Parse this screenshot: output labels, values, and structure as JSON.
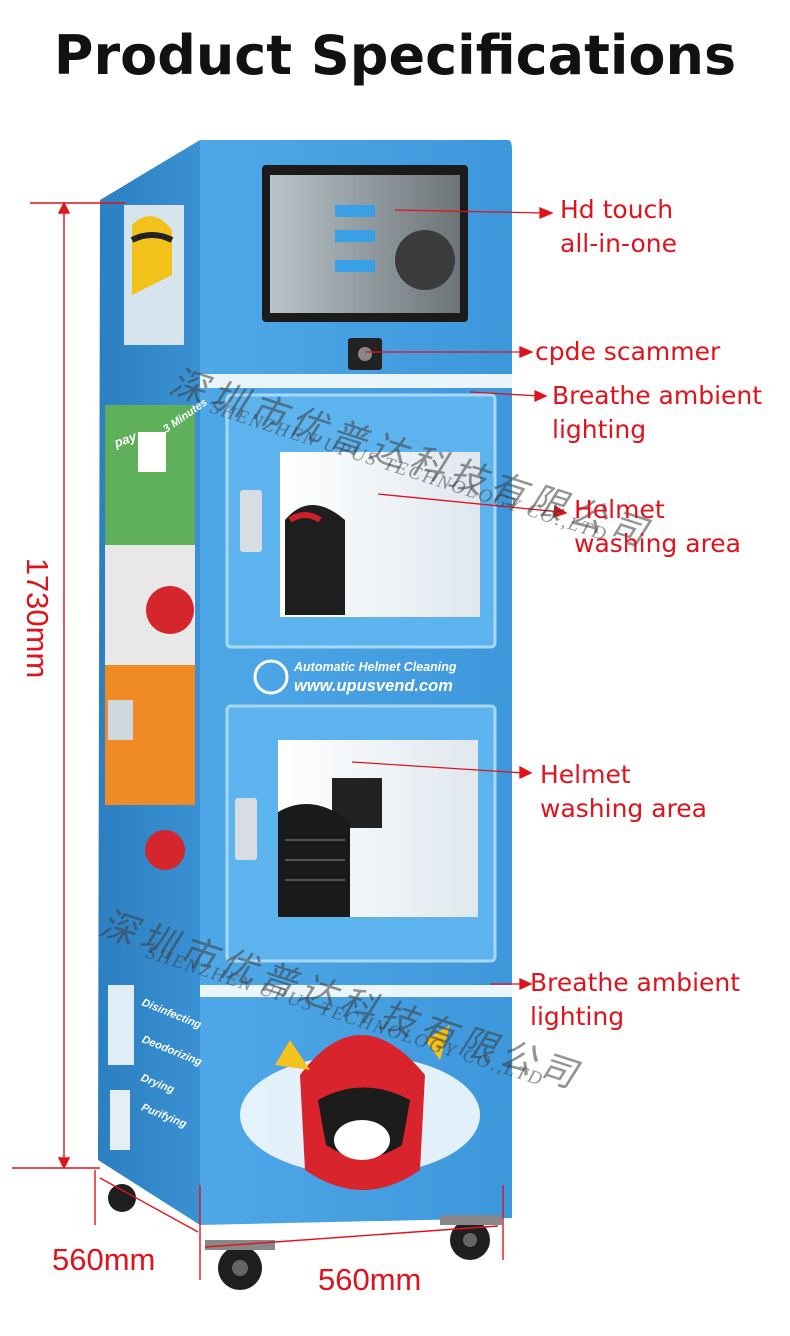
{
  "title": "Product Specifications",
  "callouts": {
    "touch": [
      "Hd touch",
      "all-in-one"
    ],
    "scanner": [
      "cpde scammer"
    ],
    "lighting_top": [
      "Breathe ambient",
      "lighting"
    ],
    "washing_upper": [
      "Helmet",
      "washing area"
    ],
    "washing_lower": [
      "Helmet",
      "washing area"
    ],
    "lighting_bottom": [
      "Breathe ambient",
      "lighting"
    ]
  },
  "dimensions": {
    "height": "1730mm",
    "depth": "560mm",
    "width": "560mm"
  },
  "machine": {
    "brand_line": "Automatic Helmet Cleaning",
    "website": "www.upusvend.com",
    "side_labels": [
      "Disinfecting",
      "Deodorizing",
      "Drying",
      "Purifying"
    ],
    "side_panel_words": [
      "pay",
      "3 Minutes"
    ]
  },
  "watermark": {
    "chinese": "深圳市优普达科技有限公司",
    "english": "SHENZHEN UPUS TECHNOLOGY CO.,LTD"
  },
  "colors": {
    "accent_red": "#e0121b",
    "machine_blue": "#4ba3e3",
    "machine_blue_dark": "#2f86cc"
  }
}
